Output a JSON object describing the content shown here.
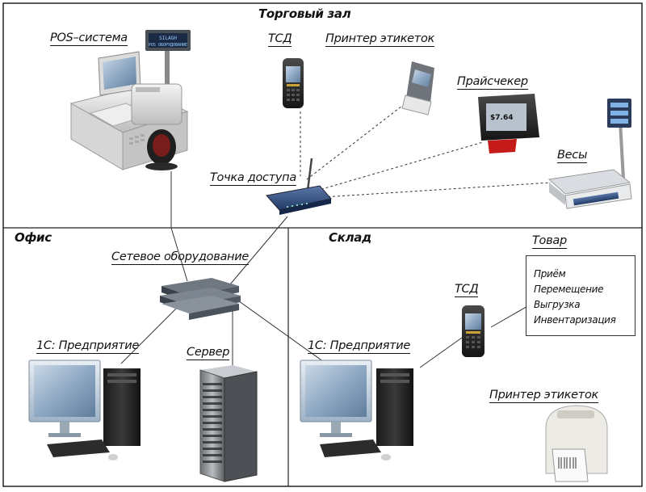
{
  "zones": {
    "sales_floor": "Торговый зал",
    "office": "Офис",
    "warehouse": "Склад"
  },
  "labels": {
    "pos_system": "POS–система",
    "tsd_top": "ТСД",
    "label_printer_top": "Принтер этикеток",
    "price_checker": "Прайсчекер",
    "scales": "Весы",
    "access_point": "Точка доступа",
    "network_equipment": "Сетевое оборудование",
    "erp_office": "1С: Предприятие",
    "server": "Сервер",
    "erp_warehouse": "1С: Предприятие",
    "tsd_warehouse": "ТСД",
    "goods": "Товар",
    "label_printer_bottom": "Принтер этикеток"
  },
  "goods_operations": [
    "Приём",
    "Перемещение",
    "Выгрузка",
    "Инвентаризация"
  ],
  "devices": {
    "pos_display_line1": "SILAGH",
    "pos_display_line2": "POS ОБОРУДОВАНИЕ",
    "price_checker_price": "$7.64"
  }
}
